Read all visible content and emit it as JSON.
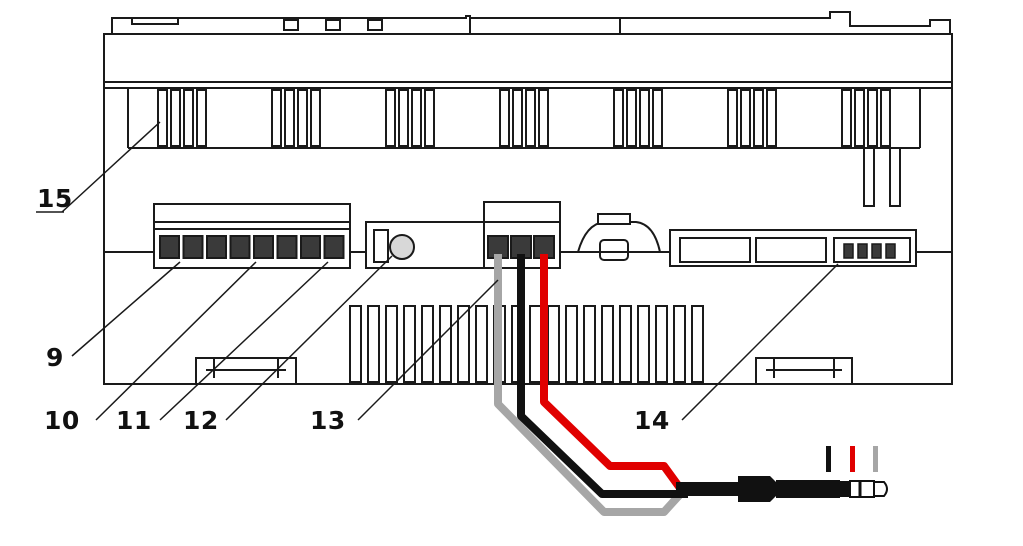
{
  "callouts": {
    "c15": "15",
    "c9": "9",
    "c10": "10",
    "c11": "11",
    "c12": "12",
    "c13": "13",
    "c14": "14"
  },
  "colors": {
    "outline": "#1a1a1a",
    "wire_grey": "#a6a6a6",
    "wire_black": "#111111",
    "wire_red": "#e00000",
    "terminal_fill": "#3a3a3a",
    "background": "#ffffff"
  },
  "parts": {
    "terminal_block_8pin": "8-pin terminal block",
    "push_button": "push button",
    "connector_3pin": "3-pin connector",
    "connector_4pin": "4-pin connector",
    "audio_jack": "3.5 mm jack plug"
  }
}
